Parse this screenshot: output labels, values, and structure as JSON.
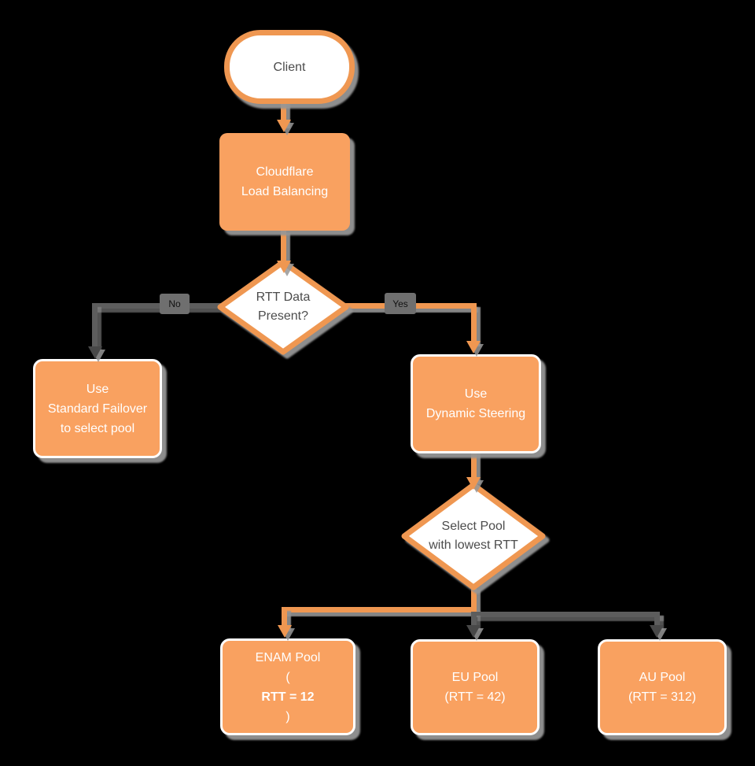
{
  "colors": {
    "background": "#000000",
    "node_fill_orange": "#f9a160",
    "node_stroke_orange": "#ef9751",
    "connector_gray": "#5d5d5d",
    "arrowhead_dark": "#484848",
    "edge_label_bg": "#6f6f6f",
    "edge_label_text": "#111111",
    "text_on_orange": "#ffffff",
    "text_dark": "#4c4c4c",
    "shadow_gray": "#969696",
    "white": "#ffffff"
  },
  "nodes": {
    "client": {
      "label": "Client"
    },
    "load_balancer": {
      "lines": [
        "Cloudflare",
        "Load Balancing"
      ]
    },
    "rtt_decision": {
      "lines": [
        "RTT Data",
        "Present?"
      ]
    },
    "standard_failover": {
      "lines": [
        "Use",
        "Standard Failover",
        "to select pool"
      ]
    },
    "dynamic_steering": {
      "lines": [
        "Use",
        "Dynamic Steering"
      ]
    },
    "select_pool_decision": {
      "lines": [
        "Select Pool",
        "with lowest RTT"
      ]
    },
    "enam_pool": {
      "line1": "ENAM Pool",
      "line2_prefix": "(",
      "line2_bold": "RTT = 12",
      "line2_suffix": ")"
    },
    "eu_pool": {
      "line1": "EU Pool",
      "line2": "(RTT = 42)"
    },
    "au_pool": {
      "line1": "AU Pool",
      "line2": "(RTT = 312)"
    }
  },
  "edge_labels": {
    "no": "No",
    "yes": "Yes"
  }
}
